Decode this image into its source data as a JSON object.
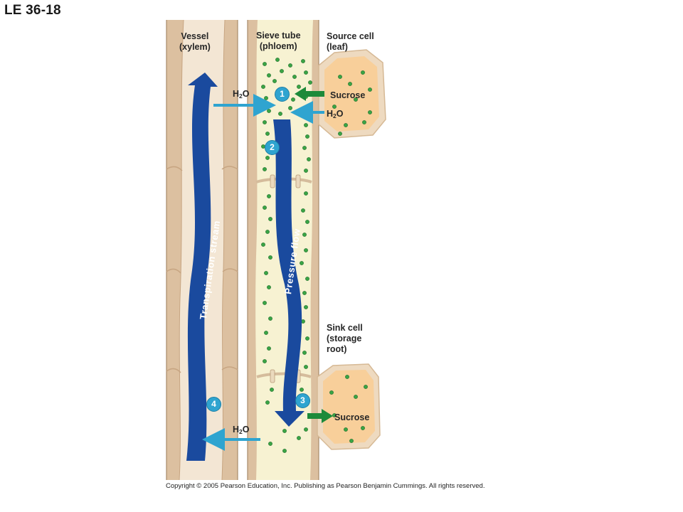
{
  "figure_id": "LE 36-18",
  "labels": {
    "vessel_line1": "Vessel",
    "vessel_line2": "(xylem)",
    "sieve_line1": "Sieve tube",
    "sieve_line2": "(phloem)",
    "source_line1": "Source cell",
    "source_line2": "(leaf)",
    "sink_line1": "Sink cell",
    "sink_line2": "(storage",
    "sink_line3": "root)",
    "sucrose_top": "Sucrose",
    "sucrose_bottom": "Sucrose",
    "water_prefix": "H",
    "water_sub": "2",
    "water_suffix": "O",
    "transpiration": "Transpiration stream",
    "pressure_flow": "Pressure flow"
  },
  "steps": [
    "1",
    "2",
    "3",
    "4"
  ],
  "copyright": "Copyright © 2005 Pearson Education, Inc. Publishing as Pearson Benjamin Cummings. All rights reserved.",
  "colors": {
    "cell_wall": "#dcc0a0",
    "wall_edge": "#a88a6a",
    "vessel_interior": "#f3e6d4",
    "phloem_interior": "#f7f2d2",
    "cell_fill": "#f8cf9a",
    "cell_border": "#e9d4bb",
    "flow_arrow": "#1a4a9e",
    "water_arrow": "#2fa4d0",
    "sucrose_arrow": "#1d8a3a",
    "sucrose_dot": "#3aa445"
  }
}
